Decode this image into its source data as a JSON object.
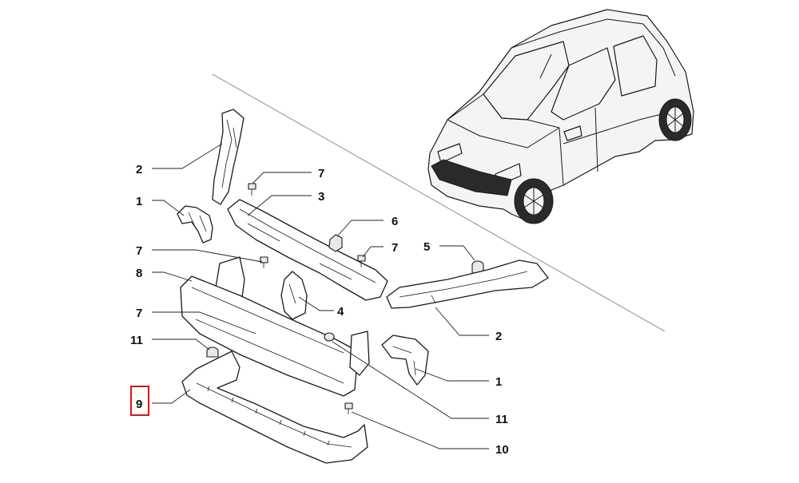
{
  "diagram": {
    "callouts": [
      {
        "id": "c2a",
        "label": "2"
      },
      {
        "id": "c1a",
        "label": "1"
      },
      {
        "id": "c7a",
        "label": "7"
      },
      {
        "id": "c3",
        "label": "3"
      },
      {
        "id": "c6",
        "label": "6"
      },
      {
        "id": "c7b",
        "label": "7"
      },
      {
        "id": "c5",
        "label": "5"
      },
      {
        "id": "c7c",
        "label": "7"
      },
      {
        "id": "c8",
        "label": "8"
      },
      {
        "id": "c4",
        "label": "4"
      },
      {
        "id": "c7d",
        "label": "7"
      },
      {
        "id": "c2b",
        "label": "2"
      },
      {
        "id": "c11a",
        "label": "11"
      },
      {
        "id": "c1b",
        "label": "1"
      },
      {
        "id": "c9",
        "label": "9"
      },
      {
        "id": "c11b",
        "label": "11"
      },
      {
        "id": "c10",
        "label": "10"
      }
    ],
    "highlighted_callout": "9",
    "highlight_color": "#d11a1a"
  }
}
